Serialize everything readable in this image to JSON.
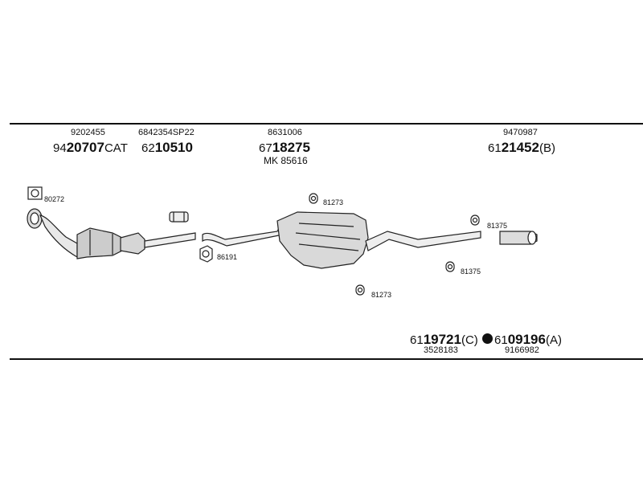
{
  "parts_top": [
    {
      "ref": "9202455",
      "prefix": "94",
      "bold": "20707",
      "suffix": "CAT"
    },
    {
      "ref": "6842354SP22",
      "prefix": "62",
      "bold": "10510",
      "suffix": ""
    },
    {
      "ref": "8631006",
      "prefix": "67",
      "bold": "18275",
      "suffix": "",
      "extra": "MK 85616"
    },
    {
      "ref": "9470987",
      "prefix": "61",
      "bold": "21452",
      "suffix": "(B)"
    }
  ],
  "parts_bottom": [
    {
      "ref": "3528183",
      "prefix": "61",
      "bold": "19721",
      "suffix": "(C)"
    },
    {
      "ref": "9166982",
      "prefix": "61",
      "bold": "09196",
      "suffix": "(A)"
    }
  ],
  "labels": {
    "gasket_front": "80272",
    "gasket_mid": "86191",
    "hanger_1": "81273",
    "hanger_2": "81273",
    "hanger_3": "81375",
    "hanger_4": "81375"
  }
}
